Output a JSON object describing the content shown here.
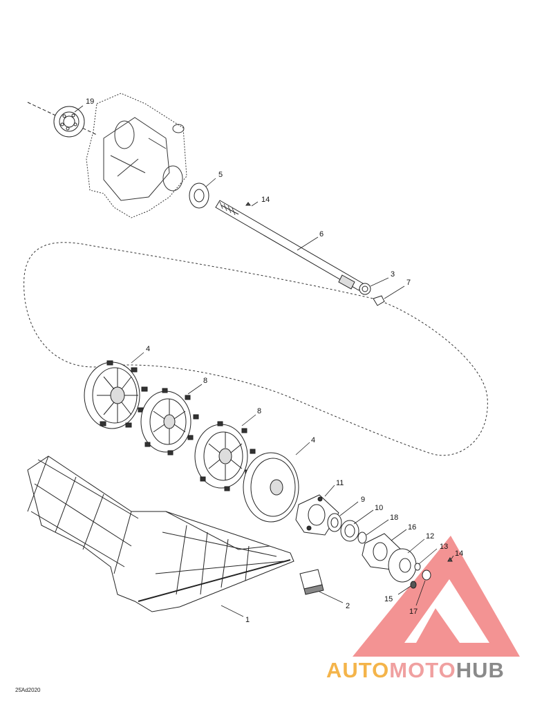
{
  "diagram": {
    "figure_ref": "25̈Ad2020",
    "callouts": {
      "c1": "1",
      "c2": "2",
      "c3": "3",
      "c4a": "4",
      "c4b": "4",
      "c5": "5",
      "c6": "6",
      "c7": "7",
      "c8a": "8",
      "c8b": "8",
      "c9": "9",
      "c10": "10",
      "c11": "11",
      "c12": "12",
      "c13": "13",
      "c14a": "14",
      "c14b": "14",
      "c15": "15",
      "c16": "16",
      "c17": "17",
      "c18": "18",
      "c19": "19"
    }
  },
  "watermark": {
    "part1": "AUTO",
    "part2": "MOTO",
    "part3": "HUB",
    "colors": {
      "auto": "#f4b44a",
      "moto": "#f0a0a0",
      "hub": "#8a8a8a",
      "triangle": "#f07070"
    }
  }
}
